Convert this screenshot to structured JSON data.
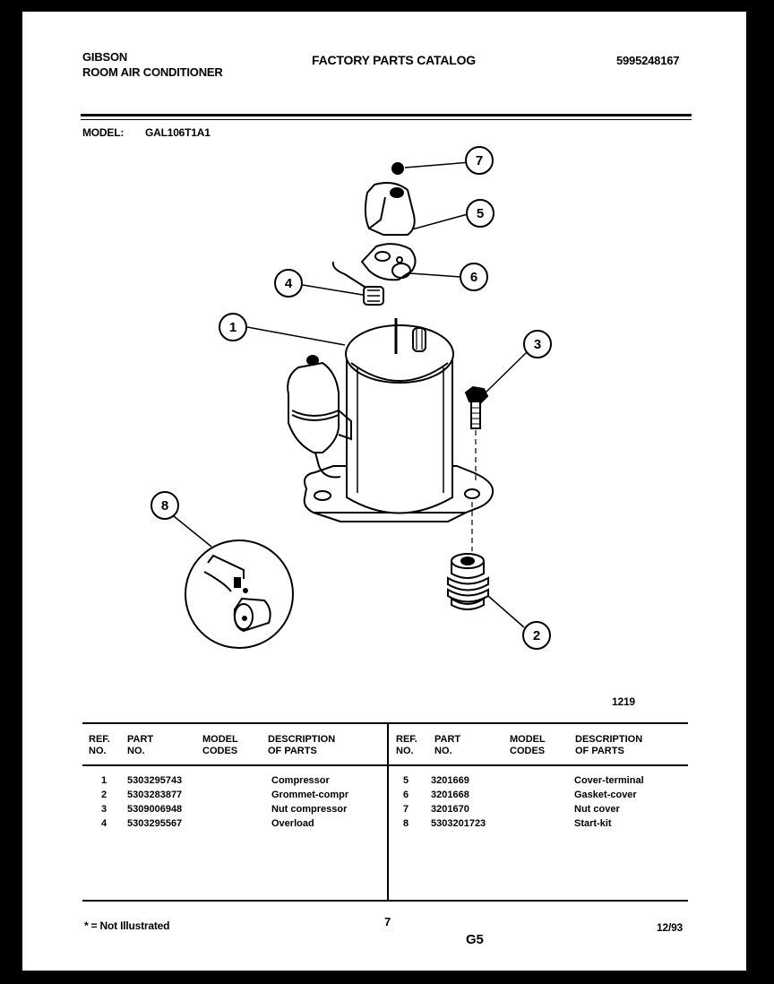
{
  "header": {
    "brand": "GIBSON",
    "product": "ROOM AIR CONDITIONER",
    "catalog_title": "FACTORY PARTS CATALOG",
    "catalog_number": "5995248167",
    "model_label": "MODEL:",
    "model_value": "GAL106T1A1"
  },
  "diagram": {
    "figure_number": "1219",
    "callouts": [
      "1",
      "2",
      "3",
      "4",
      "5",
      "6",
      "7",
      "8"
    ]
  },
  "table": {
    "headers": {
      "ref": [
        "REF.",
        "NO."
      ],
      "part": [
        "PART",
        "NO."
      ],
      "model": [
        "MODEL",
        "CODES"
      ],
      "desc": [
        "DESCRIPTION",
        "OF PARTS"
      ]
    },
    "left_rows": [
      {
        "ref": "1",
        "part": "5303295743",
        "codes": "",
        "desc": "Compressor"
      },
      {
        "ref": "2",
        "part": "5303283877",
        "codes": "",
        "desc": "Grommet-compr"
      },
      {
        "ref": "3",
        "part": "5309006948",
        "codes": "",
        "desc": "Nut compressor"
      },
      {
        "ref": "4",
        "part": "5303295567",
        "codes": "",
        "desc": "Overload"
      }
    ],
    "right_rows": [
      {
        "ref": "5",
        "part": "3201669",
        "codes": "",
        "desc": "Cover-terminal"
      },
      {
        "ref": "6",
        "part": "3201668",
        "codes": "",
        "desc": "Gasket-cover"
      },
      {
        "ref": "7",
        "part": "3201670",
        "codes": "",
        "desc": "Nut cover"
      },
      {
        "ref": "8",
        "part": "5303201723",
        "codes": "",
        "desc": "Start-kit"
      }
    ]
  },
  "footer": {
    "note": "* = Not Illustrated",
    "page_number": "7",
    "section": "G5",
    "date": "12/93"
  }
}
